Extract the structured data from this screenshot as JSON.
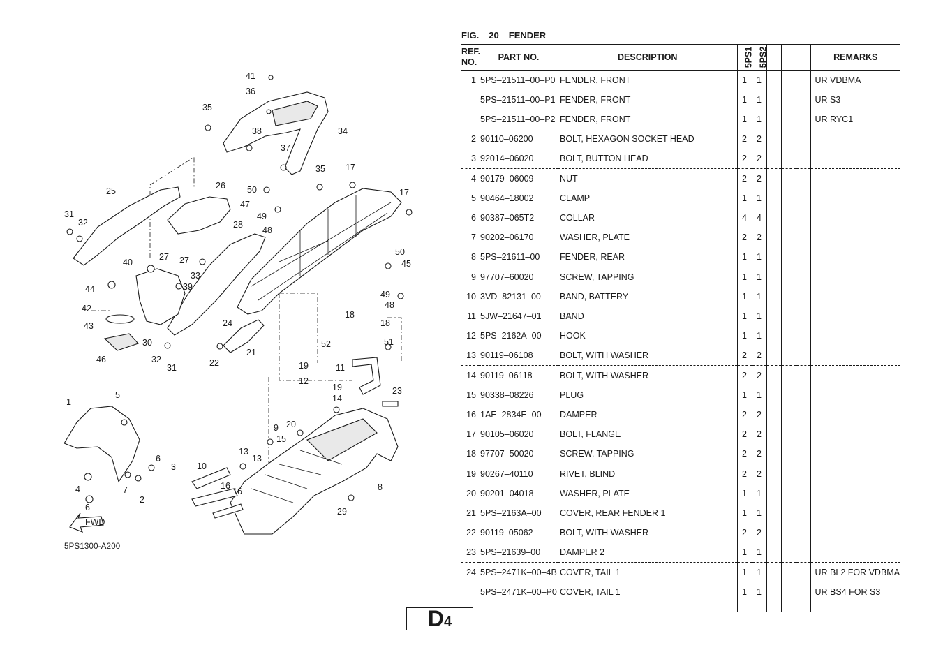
{
  "figure": {
    "label": "FIG.",
    "number": "20",
    "title": "FENDER"
  },
  "diagram": {
    "code": "5PS1300-A200",
    "fwd_label": "FWD",
    "callouts": [
      "41",
      "36",
      "35",
      "34",
      "38",
      "37",
      "35",
      "17",
      "17",
      "26",
      "25",
      "31",
      "32",
      "50",
      "47",
      "49",
      "48",
      "28",
      "27",
      "27",
      "40",
      "33",
      "39",
      "44",
      "42",
      "43",
      "24",
      "30",
      "32",
      "31",
      "46",
      "21",
      "22",
      "50",
      "45",
      "49",
      "48",
      "18",
      "18",
      "52",
      "51",
      "19",
      "11",
      "12",
      "19",
      "14",
      "23",
      "1",
      "5",
      "9",
      "15",
      "20",
      "6",
      "3",
      "4",
      "7",
      "2",
      "6",
      "10",
      "16",
      "16",
      "13",
      "13",
      "8",
      "29"
    ]
  },
  "table": {
    "headers": {
      "ref_line1": "REF.",
      "ref_line2": "NO.",
      "part_no": "PART NO.",
      "description": "DESCRIPTION",
      "qty_col1": "5PS1",
      "qty_col2": "5PS2",
      "remarks": "REMARKS"
    },
    "rows": [
      {
        "ref": "1",
        "part": "5PS–21511–00–P0",
        "desc": "FENDER, FRONT",
        "q1": "1",
        "q2": "1",
        "rem": "UR VDBMA"
      },
      {
        "ref": "",
        "part": "5PS–21511–00–P1",
        "desc": "FENDER, FRONT",
        "q1": "1",
        "q2": "1",
        "rem": "UR S3"
      },
      {
        "ref": "",
        "part": "5PS–21511–00–P2",
        "desc": "FENDER, FRONT",
        "q1": "1",
        "q2": "1",
        "rem": "UR RYC1"
      },
      {
        "ref": "2",
        "part": "90110–06200",
        "desc": "BOLT, HEXAGON SOCKET HEAD",
        "q1": "2",
        "q2": "2",
        "rem": ""
      },
      {
        "ref": "3",
        "part": "92014–06020",
        "desc": "BOLT, BUTTON HEAD",
        "q1": "2",
        "q2": "2",
        "rem": ""
      },
      {
        "ref": "4",
        "part": "90179–06009",
        "desc": "NUT",
        "q1": "2",
        "q2": "2",
        "rem": ""
      },
      {
        "ref": "5",
        "part": "90464–18002",
        "desc": "CLAMP",
        "q1": "1",
        "q2": "1",
        "rem": ""
      },
      {
        "ref": "6",
        "part": "90387–065T2",
        "desc": "COLLAR",
        "q1": "4",
        "q2": "4",
        "rem": ""
      },
      {
        "ref": "7",
        "part": "90202–06170",
        "desc": "WASHER, PLATE",
        "q1": "2",
        "q2": "2",
        "rem": ""
      },
      {
        "ref": "8",
        "part": "5PS–21611–00",
        "desc": "FENDER, REAR",
        "q1": "1",
        "q2": "1",
        "rem": ""
      },
      {
        "ref": "9",
        "part": "97707–60020",
        "desc": "SCREW, TAPPING",
        "q1": "1",
        "q2": "1",
        "rem": ""
      },
      {
        "ref": "10",
        "part": "3VD–82131–00",
        "desc": "BAND, BATTERY",
        "q1": "1",
        "q2": "1",
        "rem": ""
      },
      {
        "ref": "11",
        "part": "5JW–21647–01",
        "desc": "BAND",
        "q1": "1",
        "q2": "1",
        "rem": ""
      },
      {
        "ref": "12",
        "part": "5PS–2162A–00",
        "desc": "HOOK",
        "q1": "1",
        "q2": "1",
        "rem": ""
      },
      {
        "ref": "13",
        "part": "90119–06108",
        "desc": "BOLT, WITH WASHER",
        "q1": "2",
        "q2": "2",
        "rem": ""
      },
      {
        "ref": "14",
        "part": "90119–06118",
        "desc": "BOLT, WITH WASHER",
        "q1": "2",
        "q2": "2",
        "rem": ""
      },
      {
        "ref": "15",
        "part": "90338–08226",
        "desc": "PLUG",
        "q1": "1",
        "q2": "1",
        "rem": ""
      },
      {
        "ref": "16",
        "part": "1AE–2834E–00",
        "desc": "DAMPER",
        "q1": "2",
        "q2": "2",
        "rem": ""
      },
      {
        "ref": "17",
        "part": "90105–06020",
        "desc": "BOLT, FLANGE",
        "q1": "2",
        "q2": "2",
        "rem": ""
      },
      {
        "ref": "18",
        "part": "97707–50020",
        "desc": "SCREW, TAPPING",
        "q1": "2",
        "q2": "2",
        "rem": ""
      },
      {
        "ref": "19",
        "part": "90267–40110",
        "desc": "RIVET, BLIND",
        "q1": "2",
        "q2": "2",
        "rem": ""
      },
      {
        "ref": "20",
        "part": "90201–04018",
        "desc": "WASHER, PLATE",
        "q1": "1",
        "q2": "1",
        "rem": ""
      },
      {
        "ref": "21",
        "part": "5PS–2163A–00",
        "desc": "COVER, REAR FENDER 1",
        "q1": "1",
        "q2": "1",
        "rem": ""
      },
      {
        "ref": "22",
        "part": "90119–05062",
        "desc": "BOLT, WITH WASHER",
        "q1": "2",
        "q2": "2",
        "rem": ""
      },
      {
        "ref": "23",
        "part": "5PS–21639–00",
        "desc": "DAMPER 2",
        "q1": "1",
        "q2": "1",
        "rem": ""
      },
      {
        "ref": "24",
        "part": "5PS–2471K–00–4B",
        "desc": "COVER, TAIL 1",
        "q1": "1",
        "q2": "1",
        "rem": "UR BL2 FOR VDBMA"
      },
      {
        "ref": "",
        "part": "5PS–2471K–00–P0",
        "desc": "COVER, TAIL 1",
        "q1": "1",
        "q2": "1",
        "rem": "UR BS4 FOR S3"
      }
    ]
  },
  "page": {
    "letter": "D",
    "number": "4"
  }
}
